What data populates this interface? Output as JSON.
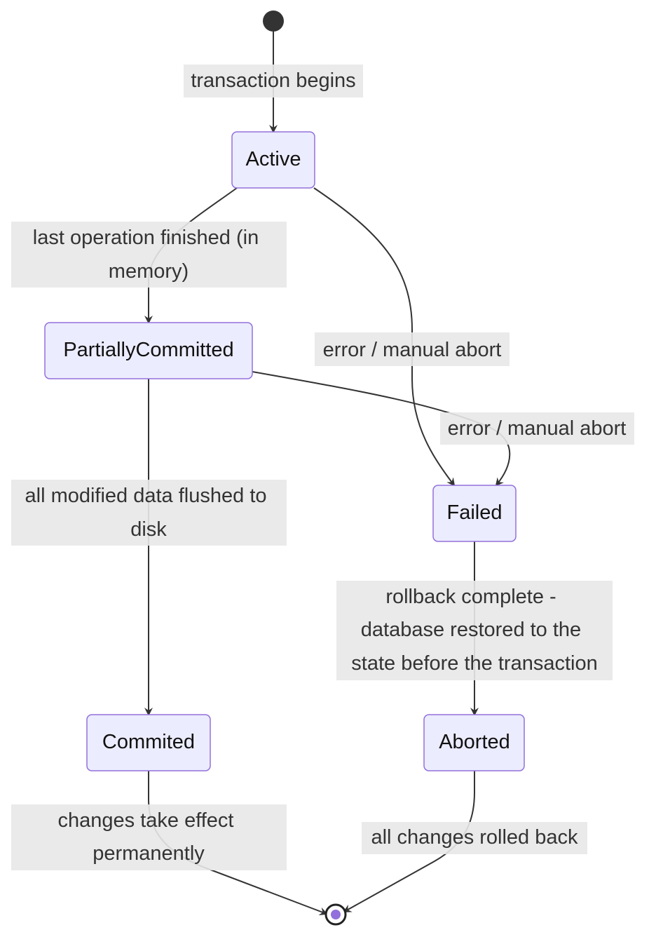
{
  "colors": {
    "state_fill": "#ECECFF",
    "state_border": "#9370DB",
    "edge": "#333333",
    "label_bg": "#e8e8e8",
    "start_fill": "#333333",
    "end_inner": "#9370DB"
  },
  "states": {
    "active": "Active",
    "partially_committed": "PartiallyCommitted",
    "failed": "Failed",
    "commited": "Commited",
    "aborted": "Aborted"
  },
  "transitions": {
    "start_to_active": "transaction begins",
    "active_to_partial": [
      "last operation finished (in",
      "memory)"
    ],
    "active_to_failed": "error / manual abort",
    "partial_to_failed": "error / manual abort",
    "partial_to_commited": [
      "all modified data flushed to",
      "disk"
    ],
    "failed_to_aborted": [
      "rollback complete -",
      "database restored to the",
      "state before the transaction"
    ],
    "commited_to_end": [
      "changes take effect",
      "permanently"
    ],
    "aborted_to_end": "all changes rolled back"
  }
}
